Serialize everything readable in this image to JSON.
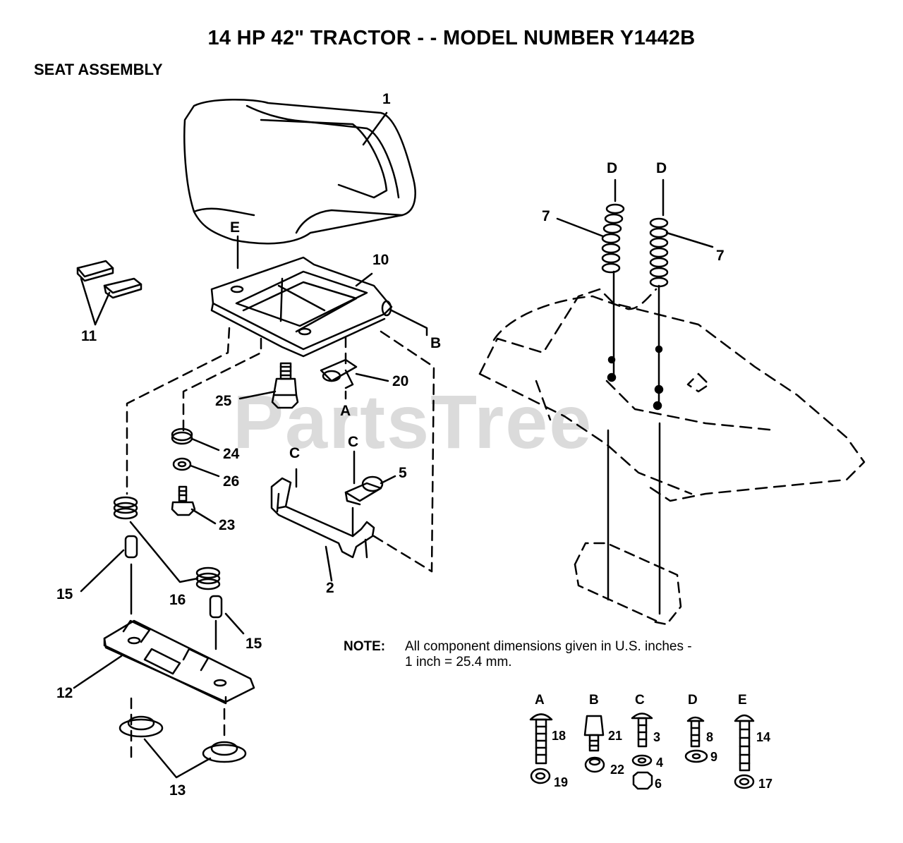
{
  "header": {
    "title": "14 HP 42\" TRACTOR - - MODEL NUMBER Y1442B",
    "subtitle": "SEAT ASSEMBLY"
  },
  "watermark": "PartsTree",
  "note": {
    "label": "NOTE:",
    "line1": "All component dimensions given in U.S. inches -",
    "line2": "1 inch = 25.4 mm."
  },
  "callouts": {
    "c1": "1",
    "c2": "2",
    "c5": "5",
    "c7a": "7",
    "c7b": "7",
    "c10": "10",
    "c11": "11",
    "c12": "12",
    "c13": "13",
    "c15a": "15",
    "c15b": "15",
    "c16": "16",
    "c20": "20",
    "c23": "23",
    "c24": "24",
    "c25": "25",
    "c26": "26"
  },
  "refs": {
    "e_top": "E",
    "d_left": "D",
    "d_right": "D",
    "b_ref": "B",
    "a_ref": "A",
    "c_left": "C",
    "c_right": "C"
  },
  "hardware_legend": {
    "groups": [
      "A",
      "B",
      "C",
      "D",
      "E"
    ],
    "parts": {
      "p18": "18",
      "p19": "19",
      "p21": "21",
      "p22": "22",
      "p3": "3",
      "p4": "4",
      "p6": "6",
      "p8": "8",
      "p9": "9",
      "p14": "14",
      "p17": "17"
    }
  }
}
